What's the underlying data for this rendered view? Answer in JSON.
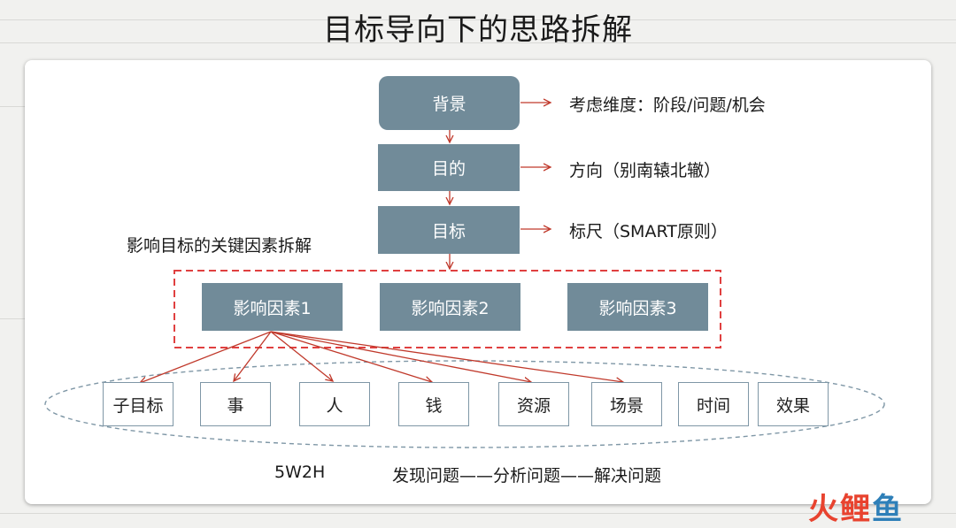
{
  "title": "目标导向下的思路拆解",
  "chain": {
    "background": "背景",
    "purpose": "目的",
    "goal": "目标"
  },
  "notes": {
    "background": "考虑维度：阶段/问题/机会",
    "purpose": "方向（别南辕北辙）",
    "goal": "标尺（SMART原则）"
  },
  "factors_heading": "影响目标的关键因素拆解",
  "factors": [
    "影响因素1",
    "影响因素2",
    "影响因素3"
  ],
  "sub_items": [
    "子目标",
    "事",
    "人",
    "钱",
    "资源",
    "场景",
    "时间",
    "效果"
  ],
  "footer": {
    "method": "5W2H",
    "process": "发现问题——分析问题——解决问题"
  },
  "watermark": {
    "part1": "火",
    "part2": "鲤",
    "part3": "鱼"
  },
  "colors": {
    "node": "#718b99",
    "arrow": "#c0392b",
    "dashed_box": "#e04040",
    "ellipse": "#7f97a6"
  }
}
